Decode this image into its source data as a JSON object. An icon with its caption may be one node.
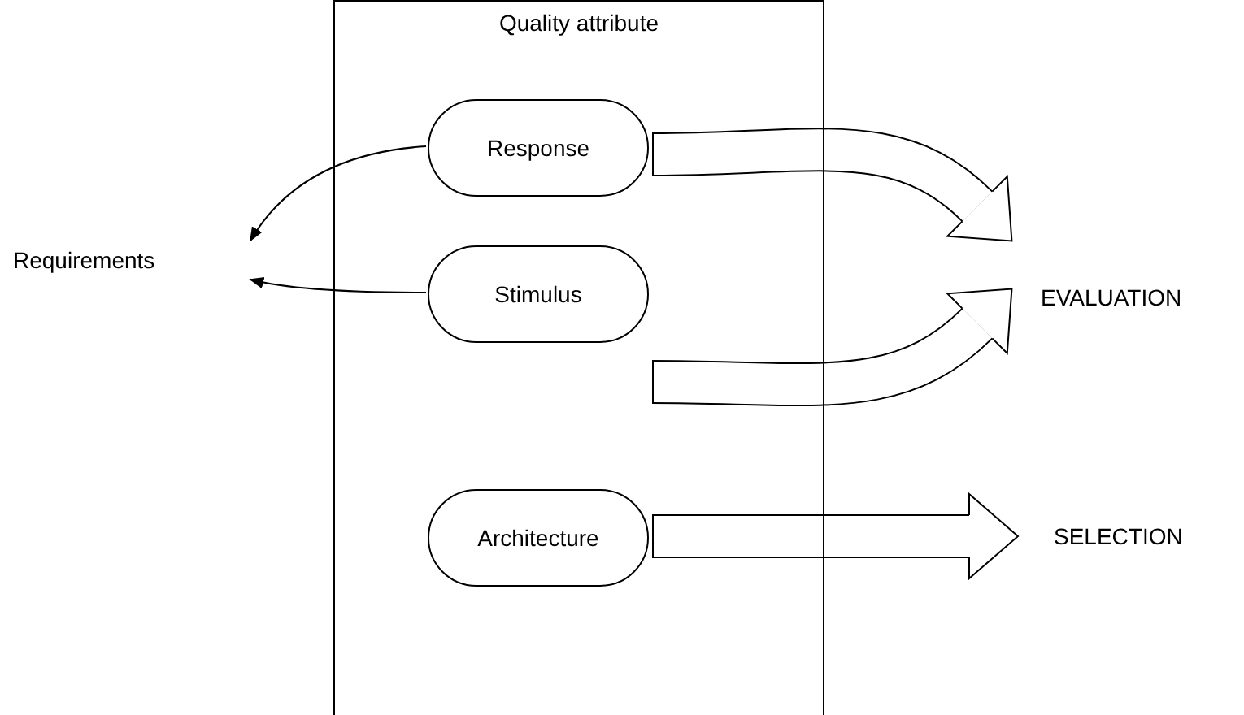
{
  "diagram": {
    "nodes": [
      {
        "text": [
          "Quality attribute"
        ]
      },
      {
        "text": [
          "Response"
        ],
        "in": 0
      },
      {
        "text": [
          "Stimulus"
        ],
        "in": 0
      },
      {
        "text": [
          "Architecture"
        ],
        "in": 0
      },
      {
        "text": [
          "Requirements"
        ]
      },
      {
        "text": [
          "EVALUATION"
        ]
      },
      {
        "text": [
          "SELECTION"
        ]
      }
    ],
    "edges": [
      {
        "from": 1,
        "to": 4,
        "arrow": "to"
      },
      {
        "from": 2,
        "to": 4,
        "arrow": "to"
      },
      {
        "from": 1,
        "to": 5,
        "arrow": "to"
      },
      {
        "from": 2,
        "to": 5,
        "arrow": "to"
      },
      {
        "from": 3,
        "to": 6,
        "arrow": "to"
      }
    ]
  }
}
